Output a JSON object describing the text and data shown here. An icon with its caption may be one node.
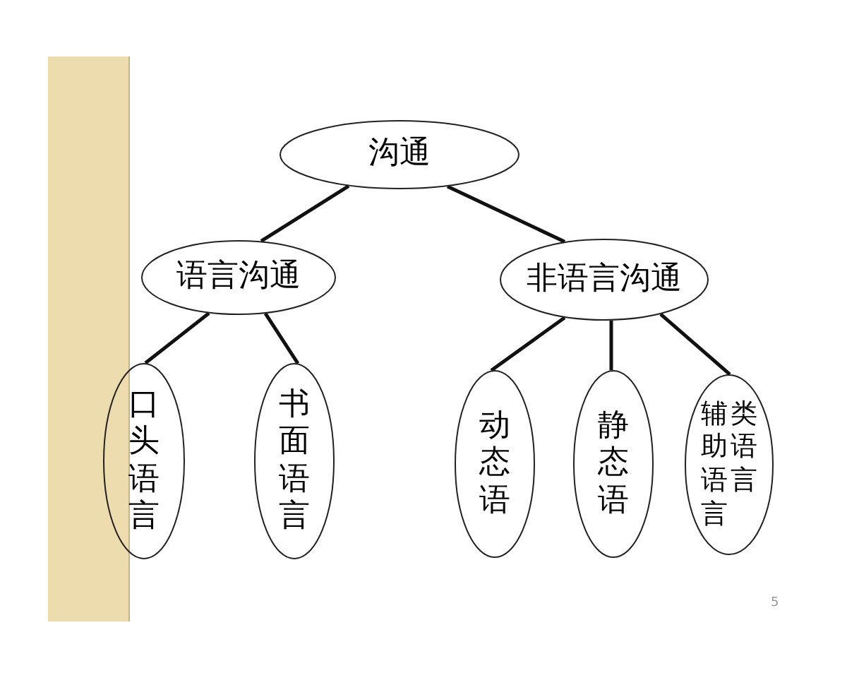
{
  "diagram": {
    "nodes": [
      {
        "text": [
          "沟通"
        ]
      },
      {
        "text": [
          "语言沟通"
        ]
      },
      {
        "text": [
          "非语言沟通"
        ]
      },
      {
        "text": [
          "口头语言"
        ]
      },
      {
        "text": [
          "书面语言"
        ]
      },
      {
        "text": [
          "动态语"
        ]
      },
      {
        "text": [
          "静态语"
        ]
      },
      {
        "text": [
          "辅助语言",
          "类语言"
        ]
      }
    ],
    "edges": [
      {
        "from": 0,
        "to": 1,
        "arrow": "none"
      },
      {
        "from": 0,
        "to": 2,
        "arrow": "none"
      },
      {
        "from": 1,
        "to": 3,
        "arrow": "none"
      },
      {
        "from": 1,
        "to": 4,
        "arrow": "none"
      },
      {
        "from": 2,
        "to": 5,
        "arrow": "none"
      },
      {
        "from": 2,
        "to": 6,
        "arrow": "none"
      },
      {
        "from": 2,
        "to": 7,
        "arrow": "none"
      }
    ],
    "labels": [
      "5"
    ]
  }
}
